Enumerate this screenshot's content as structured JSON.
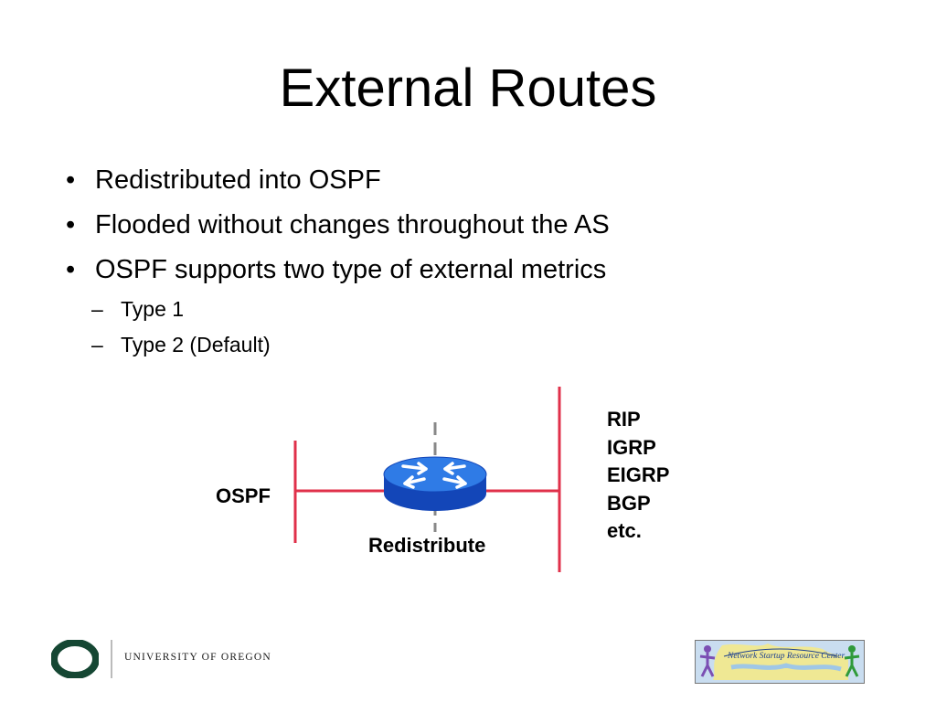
{
  "slide": {
    "title": "External Routes",
    "bullets": [
      {
        "marker": "•",
        "text": "Redistributed into OSPF"
      },
      {
        "marker": "•",
        "text": "Flooded without changes throughout the AS"
      },
      {
        "marker": "•",
        "text": "OSPF supports two type of external metrics"
      }
    ],
    "sub_bullets": [
      {
        "marker": "–",
        "text": "Type 1"
      },
      {
        "marker": "–",
        "text": "Type 2 (Default)"
      }
    ]
  },
  "diagram": {
    "left_label": "OSPF",
    "router_label": "Redistribute",
    "protocols": [
      "RIP",
      "IGRP",
      "EIGRP",
      "BGP",
      "etc."
    ],
    "colors": {
      "link": "#e0304a",
      "router_top": "#2f7be6",
      "router_side": "#1346b8",
      "arrow": "#ffffff",
      "dashed": "#888888"
    }
  },
  "footer": {
    "university": "UNIVERSITY OF OREGON",
    "logo_green": "#154733",
    "partner_logo_text": "Network Startup Resource Center"
  }
}
